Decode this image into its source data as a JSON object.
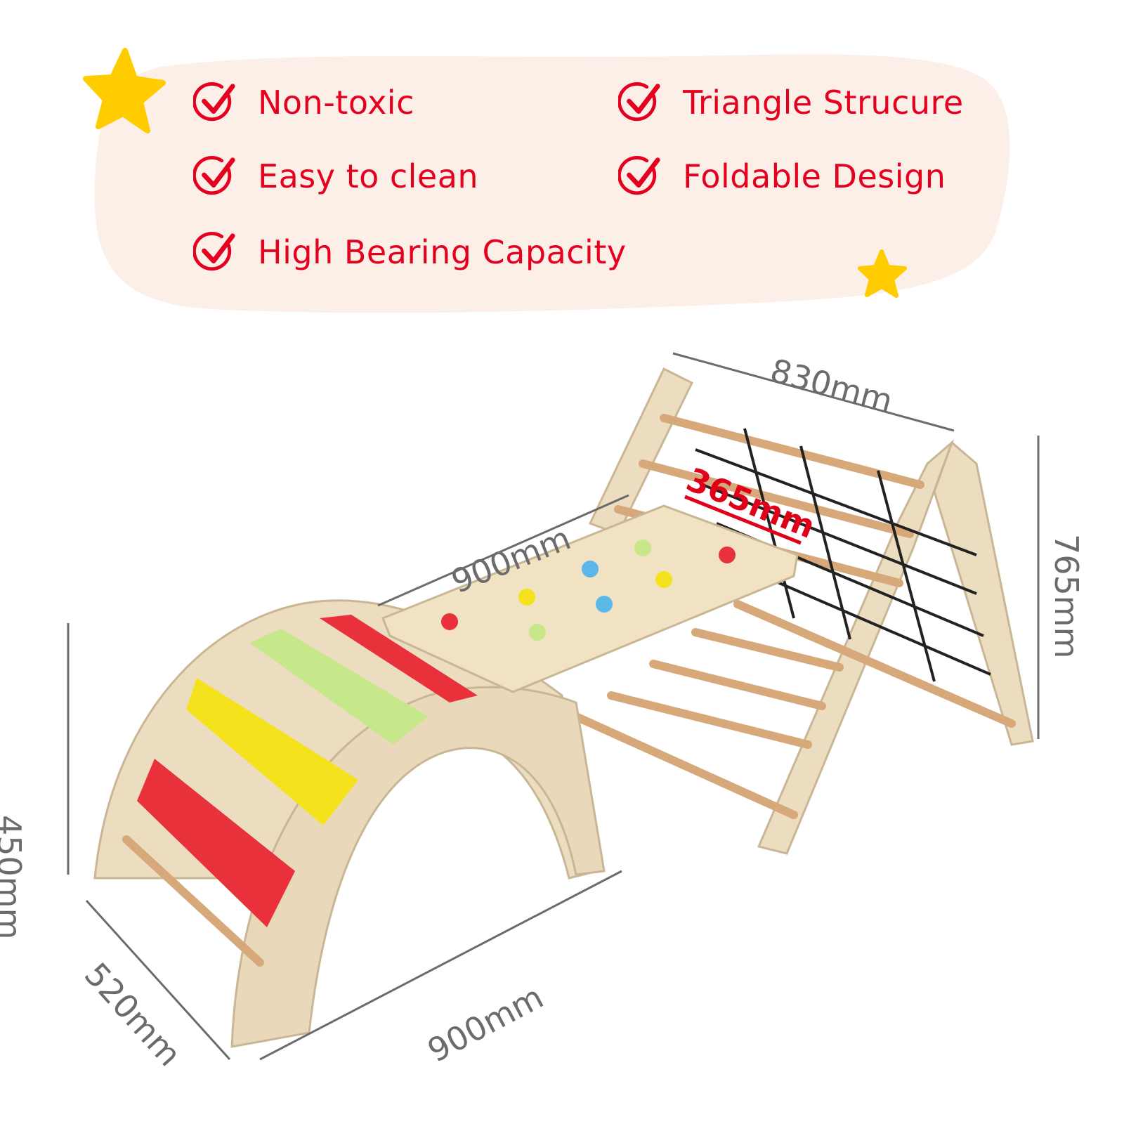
{
  "features": [
    {
      "label": "Non-toxic",
      "icon": "check-circle-icon"
    },
    {
      "label": "Triangle Strucure",
      "icon": "check-circle-icon"
    },
    {
      "label": "Easy to clean",
      "icon": "check-circle-icon"
    },
    {
      "label": "Foldable Design",
      "icon": "check-circle-icon"
    },
    {
      "label": "High Bearing Capacity",
      "icon": "check-circle-icon"
    }
  ],
  "dimensions": {
    "triangle_width": "830mm",
    "ramp_width": "365mm",
    "ramp_length": "900mm",
    "triangle_height": "765mm",
    "arch_height": "450mm",
    "arch_depth": "520mm",
    "arch_length": "900mm"
  },
  "colors": {
    "accent": "#e6001f",
    "panel": "#fcefe7",
    "star": "#ffcc00",
    "wood": "#ecdcc0",
    "rung_red": "#e8313a",
    "rung_yellow": "#f4e21c",
    "rung_green": "#c6e88a"
  }
}
